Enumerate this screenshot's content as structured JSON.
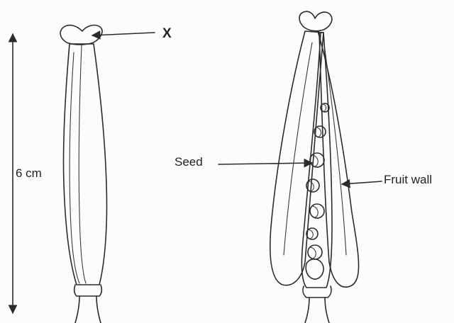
{
  "labels": {
    "x": "X",
    "seed": "Seed",
    "fruit_wall": "Fruit wall",
    "length": "6 cm"
  },
  "colors": {
    "ink": "#2b2b2b",
    "paper": "#fcfcfa"
  }
}
